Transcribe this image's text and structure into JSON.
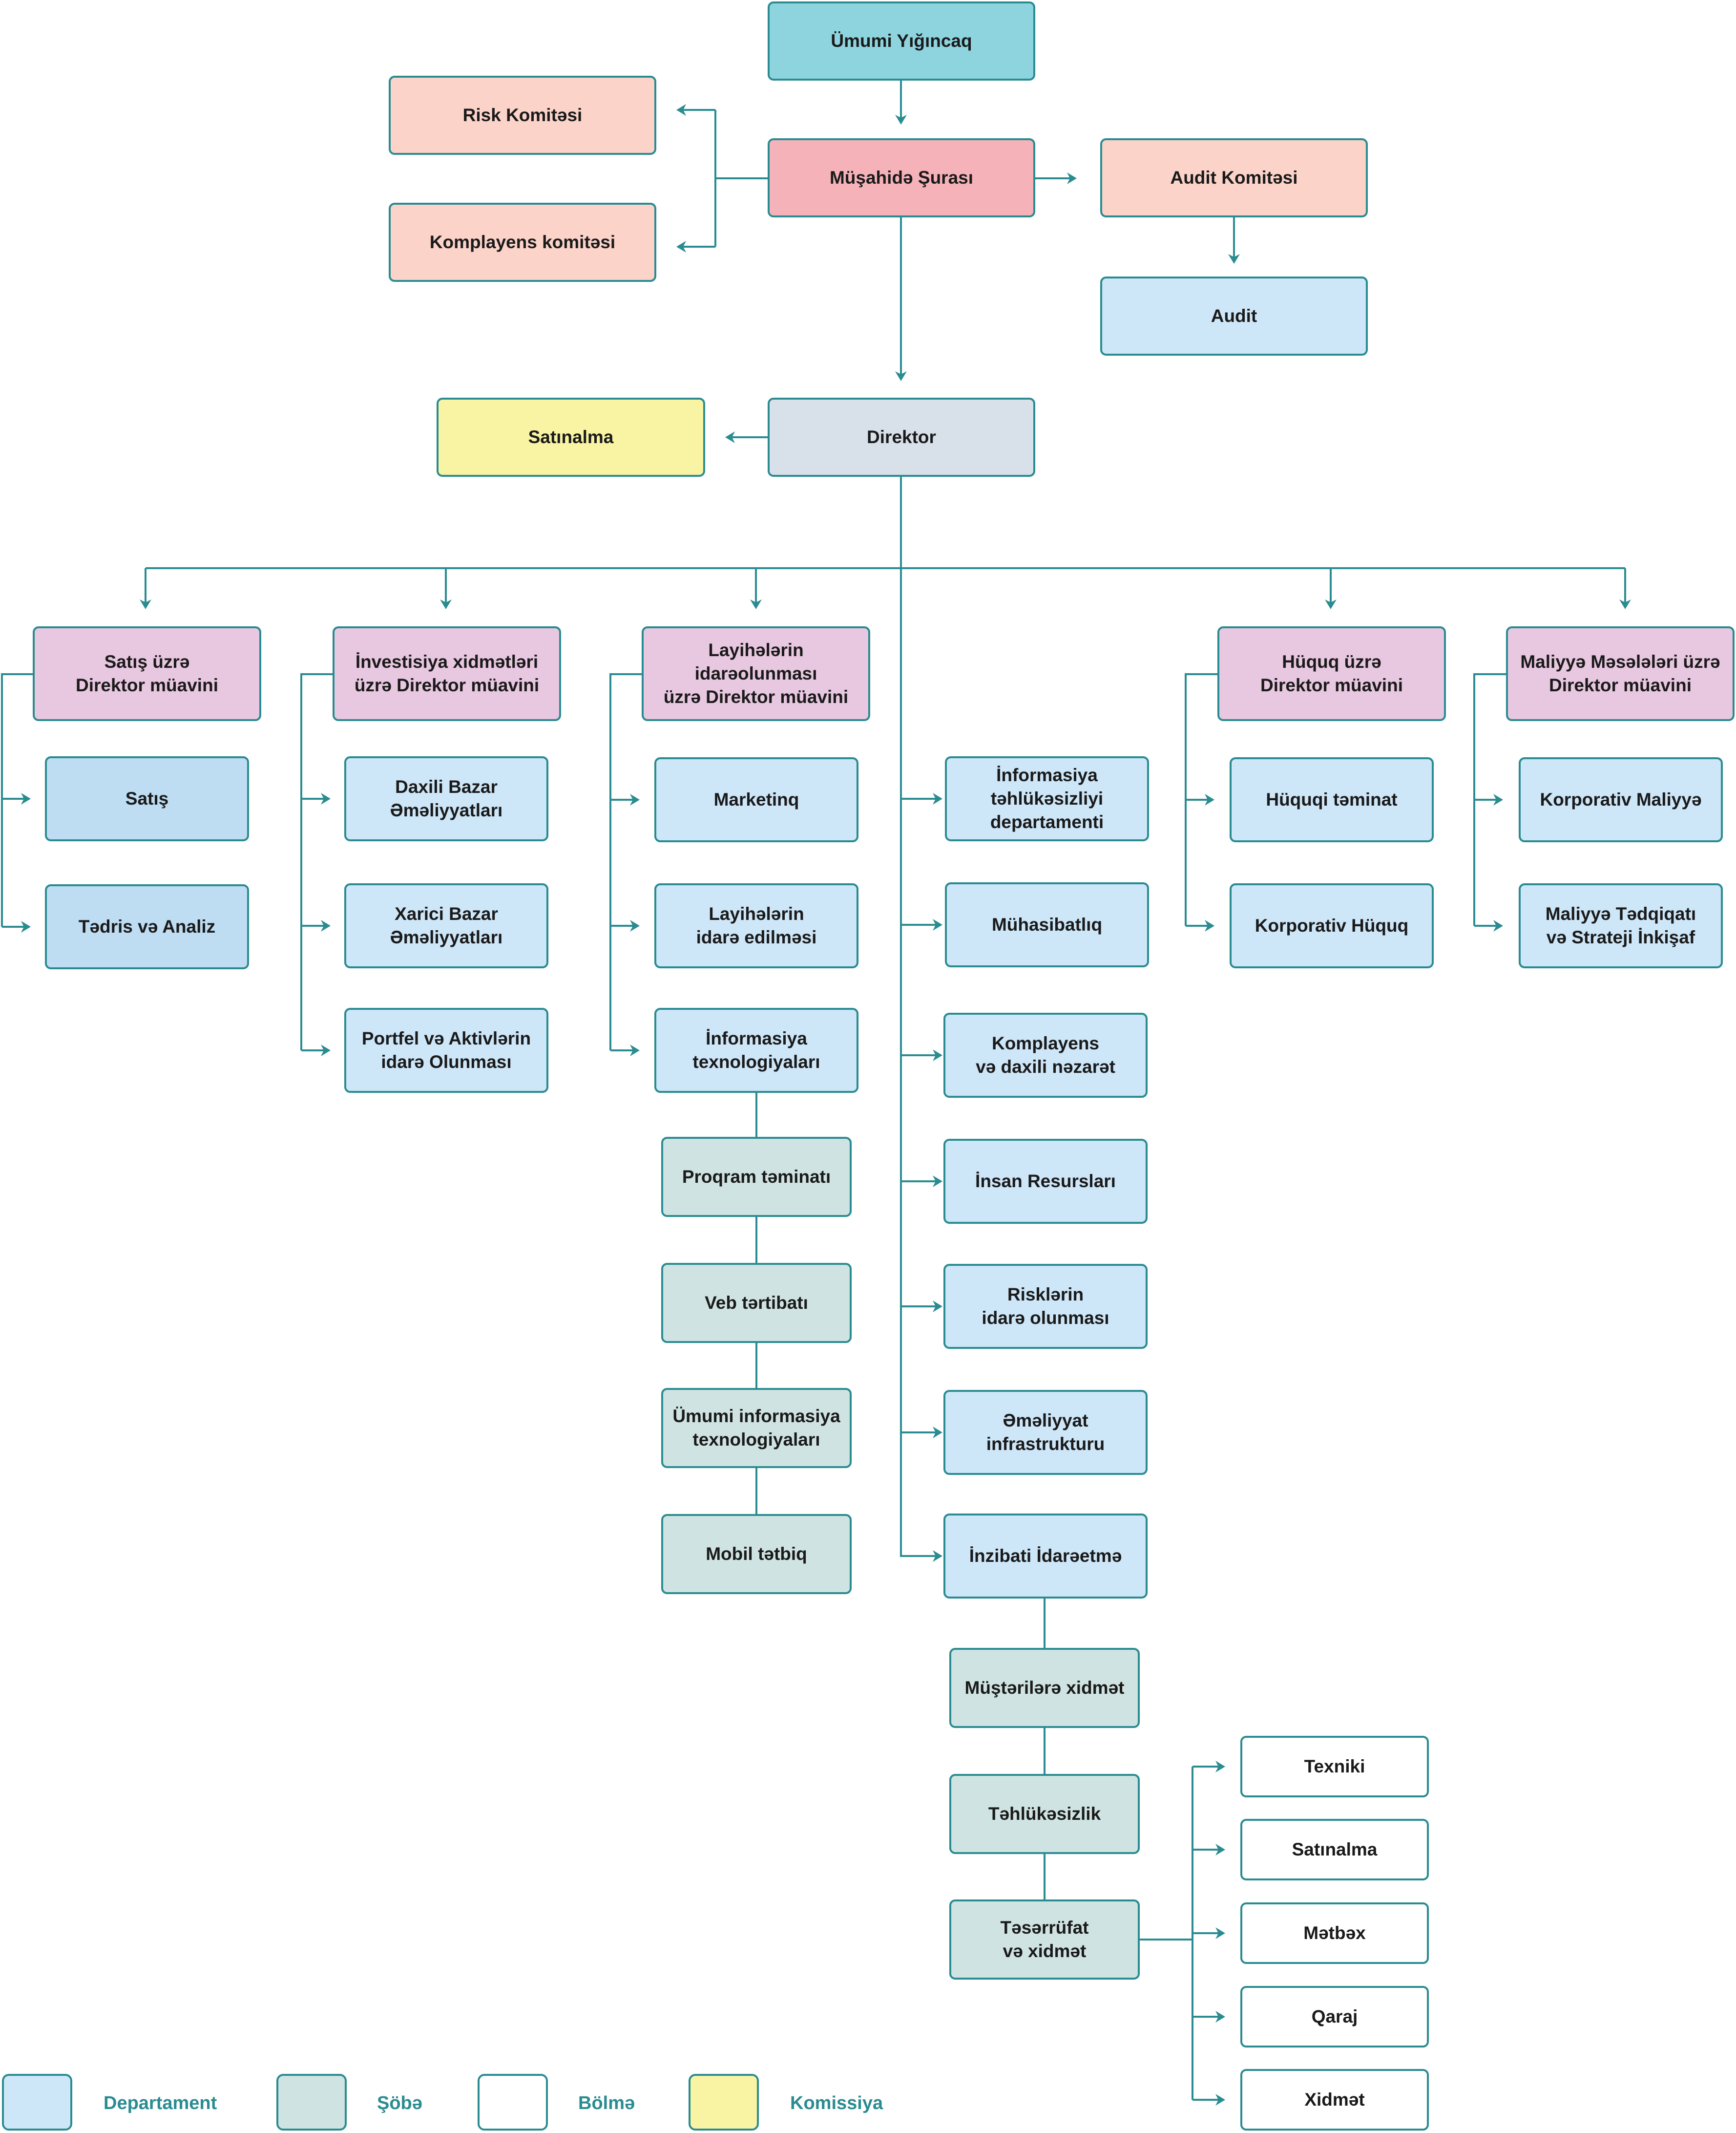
{
  "colors": {
    "line": "#2a8c91",
    "general_assembly": "#8dd4df",
    "supervisory_board": "#f6b2b9",
    "committee": "#fbd3c9",
    "director": "#d8e0ea",
    "procurement_commission": "#f8f4a3",
    "deputy": "#e8c7e0",
    "department": "#cde6f8",
    "department_dark": "#bedcf2",
    "division": "#cfe4e2",
    "unit": "#ffffff"
  },
  "nodes": {
    "umumi_yigincaq": "Ümumi Yığıncaq",
    "musahide_surasi": "Müşahidə Şurası",
    "risk_komitesi": "Risk Komitəsi",
    "komplayens_komitesi": "Komplayens komitəsi",
    "audit_komitesi": "Audit Komitəsi",
    "audit": "Audit",
    "direktor": "Direktor",
    "satinalma_komissiya": "Satınalma",
    "satis_direktor": "Satış üzrə\nDirektor müavini",
    "investisiya_direktor": "İnvestisiya xidmətləri\nüzrə Direktor müavini",
    "layiheler_direktor": "Layihələrin\nidarəolunması\nüzrə Direktor müavini",
    "huquq_direktor": "Hüquq üzrə\nDirektor müavini",
    "maliyye_direktor": "Maliyyə Məsələləri üzrə\nDirektor müavini",
    "satis": "Satış",
    "tedris": "Tədris və Analiz",
    "daxili_bazar": "Daxili Bazar\nƏməliyyatları",
    "xarici_bazar": "Xarici Bazar\nƏməliyyatları",
    "portfel": "Portfel və Aktivlərin\nidarə Olunması",
    "marketinq": "Marketinq",
    "layihelerin_idare": "Layihələrin\nidarə edilməsi",
    "informasiya_tex": "İnformasiya\ntexnologiyaları",
    "proqram": "Proqram təminatı",
    "veb": "Veb tərtibatı",
    "umumi_info": "Ümumi informasiya\ntexnologiyaları",
    "mobil": "Mobil tətbiq",
    "info_tehlukesizlik": "İnformasiya\ntəhlükəsizliyi\ndepartamenti",
    "muhasibatliq": "Mühasibatlıq",
    "komplayens_nezaret": "Komplayens\nvə daxili nəzarət",
    "insan_resurslari": "İnsan Resursları",
    "risklerin_idare": "Risklərin\nidarə olunması",
    "emeliyyat_infra": "Əməliyyat\ninfrastrukturu",
    "inzibati": "İnzibati İdarəetmə",
    "musterilere": "Müştərilərə xidmət",
    "tehlukesizlik": "Təhlükəsizlik",
    "teserrufat": "Təsərrüfat\nvə xidmət",
    "texniki": "Texniki",
    "satinalma_bolme": "Satınalma",
    "metbex": "Mətbəx",
    "qaraj": "Qaraj",
    "xidmet": "Xidmət",
    "huquqi_teminat": "Hüquqi təminat",
    "korporativ_huquq": "Korporativ Hüquq",
    "korporativ_maliyye": "Korporativ Maliyyə",
    "maliyye_tedqiqati": "Maliyyə Tədqiqatı\nvə Strateji İnkişaf"
  },
  "legend": {
    "departament": "Departament",
    "sobe": "Şöbə",
    "bolme": "Bölmə",
    "komissiya": "Komissiya"
  }
}
